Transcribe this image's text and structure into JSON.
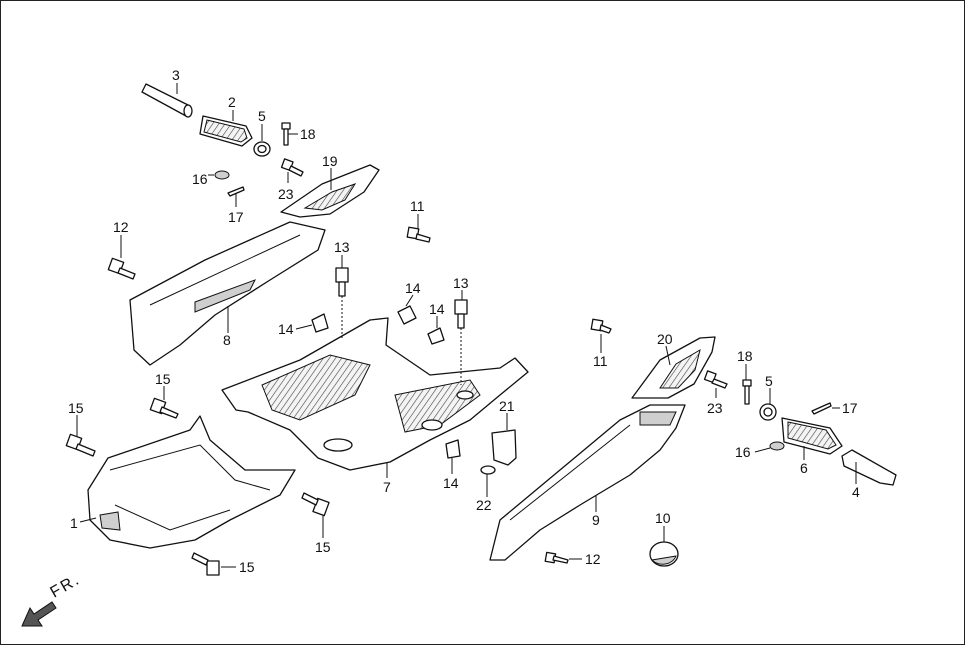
{
  "diagram": {
    "callouts": [
      {
        "id": "c3",
        "label": "3"
      },
      {
        "id": "c2",
        "label": "2"
      },
      {
        "id": "c5a",
        "label": "5"
      },
      {
        "id": "c18a",
        "label": "18"
      },
      {
        "id": "c16a",
        "label": "16"
      },
      {
        "id": "c23a",
        "label": "23"
      },
      {
        "id": "c19",
        "label": "19"
      },
      {
        "id": "c17a",
        "label": "17"
      },
      {
        "id": "c11a",
        "label": "11"
      },
      {
        "id": "c12a",
        "label": "12"
      },
      {
        "id": "c13a",
        "label": "13"
      },
      {
        "id": "c14a",
        "label": "14"
      },
      {
        "id": "c13b",
        "label": "13"
      },
      {
        "id": "c14b",
        "label": "14"
      },
      {
        "id": "c14c",
        "label": "14"
      },
      {
        "id": "c8",
        "label": "8"
      },
      {
        "id": "c11b",
        "label": "11"
      },
      {
        "id": "c20",
        "label": "20"
      },
      {
        "id": "c18b",
        "label": "18"
      },
      {
        "id": "c5b",
        "label": "5"
      },
      {
        "id": "c23b",
        "label": "23"
      },
      {
        "id": "c17b",
        "label": "17"
      },
      {
        "id": "c15a",
        "label": "15"
      },
      {
        "id": "c15b",
        "label": "15"
      },
      {
        "id": "c21",
        "label": "21"
      },
      {
        "id": "c16b",
        "label": "16"
      },
      {
        "id": "c6",
        "label": "6"
      },
      {
        "id": "c7",
        "label": "7"
      },
      {
        "id": "c14d",
        "label": "14"
      },
      {
        "id": "c4",
        "label": "4"
      },
      {
        "id": "c1",
        "label": "1"
      },
      {
        "id": "c22",
        "label": "22"
      },
      {
        "id": "c9",
        "label": "9"
      },
      {
        "id": "c10",
        "label": "10"
      },
      {
        "id": "c15c",
        "label": "15"
      },
      {
        "id": "c12b",
        "label": "12"
      },
      {
        "id": "c15d",
        "label": "15"
      }
    ],
    "direction_label": "FR."
  }
}
